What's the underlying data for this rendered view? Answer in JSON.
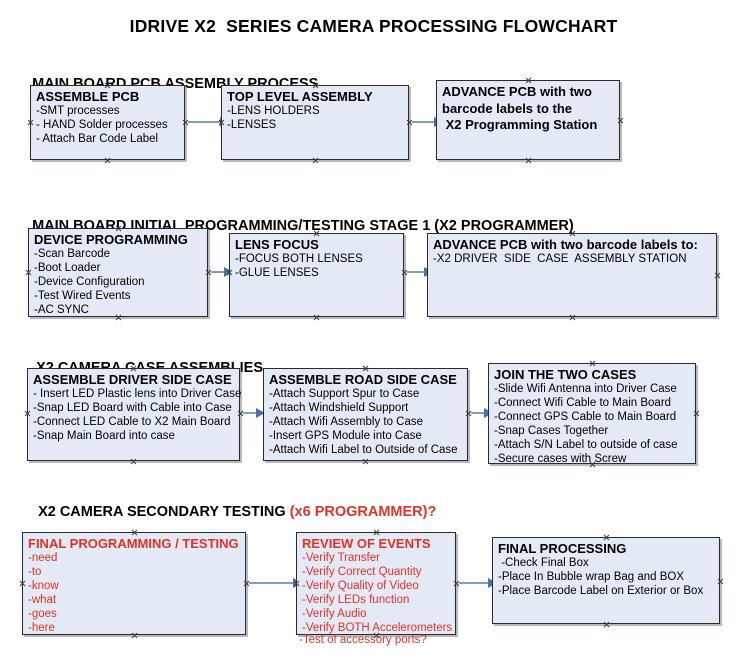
{
  "title": "IDRIVE X2  SERIES CAMERA PROCESSING FLOWCHART",
  "sections": [
    {
      "heading": "MAIN BOARD PCB ASSEMBLY PROCESS",
      "heading_accent": "",
      "boxes": [
        {
          "title": "ASSEMBLE PCB",
          "lines": [
            "-SMT processes",
            "- HAND Solder processes",
            "- Attach Bar Code Label"
          ]
        },
        {
          "title": "TOP LEVEL ASSEMBLY",
          "lines": [
            "-LENS HOLDERS",
            "-LENSES"
          ]
        },
        {
          "title": "",
          "lines": [
            "ADVANCE PCB with two",
            "barcode labels to the",
            " X2 Programming Station"
          ]
        }
      ]
    },
    {
      "heading": "MAIN BOARD INITIAL PROGRAMMING/TESTING STAGE 1 (X2 PROGRAMMER)",
      "heading_accent": "",
      "boxes": [
        {
          "title": "DEVICE PROGRAMMING",
          "lines": [
            "-Scan Barcode",
            "-Boot Loader",
            "-Device Configuration",
            "-Test Wired Events",
            "-AC SYNC"
          ]
        },
        {
          "title": "LENS FOCUS",
          "lines": [
            "-FOCUS BOTH LENSES",
            "-GLUE LENSES"
          ]
        },
        {
          "title": "ADVANCE PCB with two barcode labels to:",
          "lines": [
            "-X2 DRIVER  SIDE  CASE  ASSEMBLY STATION"
          ]
        }
      ]
    },
    {
      "heading": "X2 CAMERA CASE ASSEMBLIES",
      "heading_accent": "",
      "boxes": [
        {
          "title": "ASSEMBLE DRIVER SIDE CASE",
          "lines": [
            "- Insert LED Plastic lens into Driver Case",
            "-Snap LED Board with Cable into Case",
            "-Connect LED Cable to X2 Main Board",
            "-Snap Main Board into case"
          ]
        },
        {
          "title": "ASSEMBLE ROAD SIDE CASE",
          "lines": [
            "-Attach Support Spur to Case",
            "-Attach Windshield Support",
            "-Attach Wifi Assembly to Case",
            "-Insert GPS Module into Case",
            "-Attach Wifi Label to Outside of Case"
          ]
        },
        {
          "title": "JOIN THE TWO CASES",
          "lines": [
            "-Slide Wifi Antenna into Driver Case",
            "-Connect Wifi Cable to Main Board",
            "-Connect GPS Cable to Main Board",
            "-Snap Cases Together",
            "-Attach S/N Label to outside of case",
            "-Secure cases with Screw"
          ]
        }
      ]
    },
    {
      "heading": "X2 CAMERA SECONDARY TESTING ",
      "heading_accent": "(x6 PROGRAMMER)?",
      "boxes": [
        {
          "title": "FINAL PROGRAMMING / TESTING",
          "lines": [
            "-need",
            "-to",
            "-know",
            "-what",
            "-goes",
            "-here"
          ]
        },
        {
          "title": "REVIEW OF EVENTS",
          "lines": [
            "-Verify Transfer",
            "-Verify Correct Quantity",
            "-Verify Quality of Video",
            "-Verify LEDs function",
            "-Verify Audio",
            "-Verify BOTH Accelerometers"
          ],
          "overflow_line": "-Test of accessory ports?"
        },
        {
          "title": "FINAL PROCESSING",
          "lines": [
            " -Check Final Box",
            "-Place In Bubble wrap Bag and BOX",
            "-Place Barcode Label on Exterior or Box"
          ]
        }
      ]
    }
  ],
  "colors": {
    "box_fill": "#e3e9f5",
    "box_border": "#2b2b2b",
    "accent_red": "#e03228",
    "arrow_line": "#7f9ebd",
    "arrow_head": "#4a72a8",
    "text": "#000000"
  }
}
